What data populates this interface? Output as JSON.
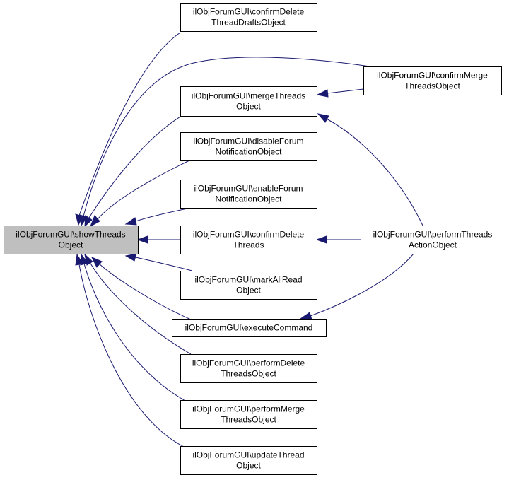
{
  "graph": {
    "nodes": [
      {
        "id": "show",
        "lines": [
          "ilObjForumGUI\\showThreads",
          "Object"
        ],
        "highlighted": true
      },
      {
        "id": "confirmDeleteDrafts",
        "lines": [
          "ilObjForumGUI\\confirmDelete",
          "ThreadDraftsObject"
        ]
      },
      {
        "id": "confirmMerge",
        "lines": [
          "ilObjForumGUI\\confirmMerge",
          "ThreadsObject"
        ]
      },
      {
        "id": "mergeThreads",
        "lines": [
          "ilObjForumGUI\\mergeThreads",
          "Object"
        ]
      },
      {
        "id": "disableForum",
        "lines": [
          "ilObjForumGUI\\disableForum",
          "NotificationObject"
        ]
      },
      {
        "id": "enableForum",
        "lines": [
          "ilObjForumGUI\\enableForum",
          "NotificationObject"
        ]
      },
      {
        "id": "confirmDeleteThreads",
        "lines": [
          "ilObjForumGUI\\confirmDelete",
          "Threads"
        ]
      },
      {
        "id": "performThreads",
        "lines": [
          "ilObjForumGUI\\performThreads",
          "ActionObject"
        ]
      },
      {
        "id": "markAllRead",
        "lines": [
          "ilObjForumGUI\\markAllRead",
          "Object"
        ]
      },
      {
        "id": "executeCommand",
        "lines": [
          "ilObjForumGUI\\executeCommand"
        ]
      },
      {
        "id": "performDelete",
        "lines": [
          "ilObjForumGUI\\performDelete",
          "ThreadsObject"
        ]
      },
      {
        "id": "performMerge",
        "lines": [
          "ilObjForumGUI\\performMerge",
          "ThreadsObject"
        ]
      },
      {
        "id": "updateThread",
        "lines": [
          "ilObjForumGUI\\updateThread",
          "Object"
        ]
      }
    ],
    "edges": [
      {
        "from": "confirmDeleteDrafts",
        "to": "show"
      },
      {
        "from": "confirmMerge",
        "to": "show"
      },
      {
        "from": "mergeThreads",
        "to": "show"
      },
      {
        "from": "disableForum",
        "to": "show"
      },
      {
        "from": "enableForum",
        "to": "show"
      },
      {
        "from": "confirmDeleteThreads",
        "to": "show"
      },
      {
        "from": "markAllRead",
        "to": "show"
      },
      {
        "from": "executeCommand",
        "to": "show"
      },
      {
        "from": "performDelete",
        "to": "show"
      },
      {
        "from": "performMerge",
        "to": "show"
      },
      {
        "from": "updateThread",
        "to": "show"
      },
      {
        "from": "confirmMerge",
        "to": "mergeThreads"
      },
      {
        "from": "performThreads",
        "to": "mergeThreads"
      },
      {
        "from": "performThreads",
        "to": "confirmDeleteThreads"
      },
      {
        "from": "performThreads",
        "to": "executeCommand"
      }
    ],
    "colors": {
      "edge": "#191970",
      "node_fill": "#ffffff",
      "highlight_fill": "#bfbfbf",
      "border": "#000000"
    }
  }
}
